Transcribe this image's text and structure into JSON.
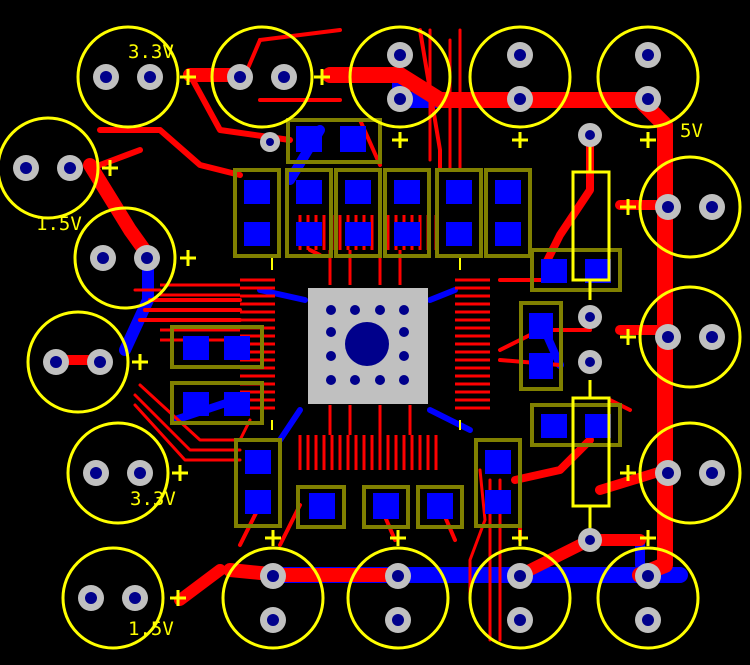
{
  "board": {
    "background": "#000000",
    "layers": {
      "top_copper": "#ff0000",
      "bottom_copper": "#0000ff",
      "silkscreen": "#ffff00",
      "mechanical": "#808000",
      "pad_hole": "#c0c0c0",
      "drill": "#00008b"
    }
  },
  "labels": {
    "top_left_voltage": "3.3V",
    "left_upper_voltage": "1.5V",
    "left_lower_voltage": "3.3V",
    "bottom_left_voltage": "1.5V",
    "right_voltage": "5V"
  },
  "components": {
    "central_ic": "QFN exposed pad with thermal vias",
    "connectors": "two-pin through-hole pads with polarity marks",
    "passives": "SMD capacitor / resistor footprints"
  }
}
